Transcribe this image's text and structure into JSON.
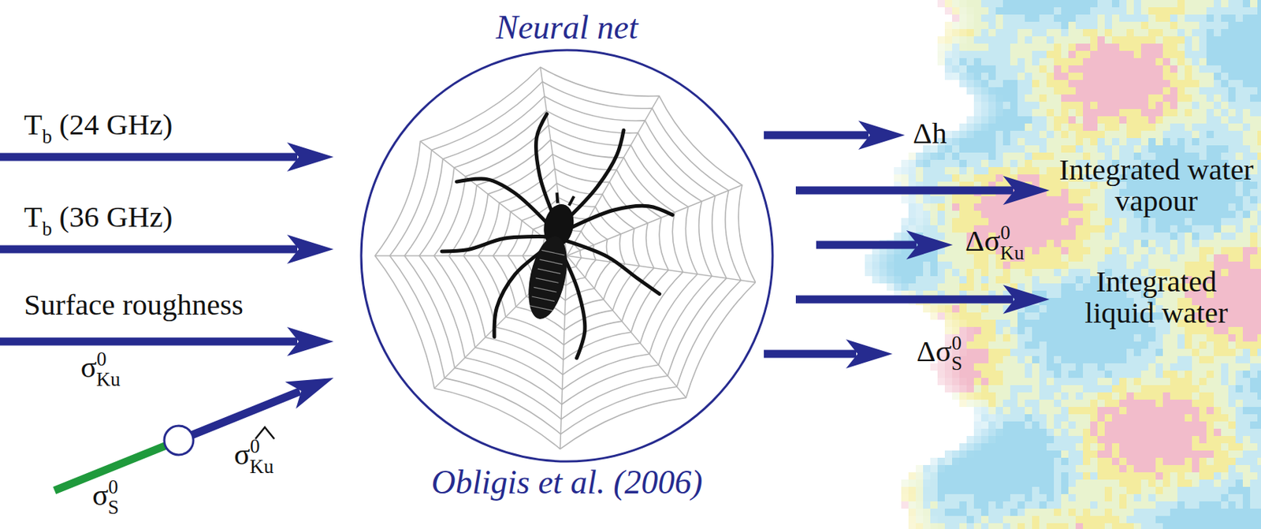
{
  "diagram": {
    "nodes": [
      {
        "text": [
          "Neural net",
          "Obligis et al. (2006)"
        ]
      }
    ],
    "labels": [
      "T",
      "b",
      "(24 GHz)",
      "T",
      "b",
      "(36 GHz)",
      "Surface roughness",
      "σ",
      "0",
      "Ku",
      "σ",
      "0",
      "Ku",
      "σ",
      "0",
      "S",
      "Δh",
      "Integrated water vapour",
      "Δσ",
      "0",
      "Ku",
      "Integrated liquid water",
      "Δσ",
      "0",
      "S"
    ]
  }
}
